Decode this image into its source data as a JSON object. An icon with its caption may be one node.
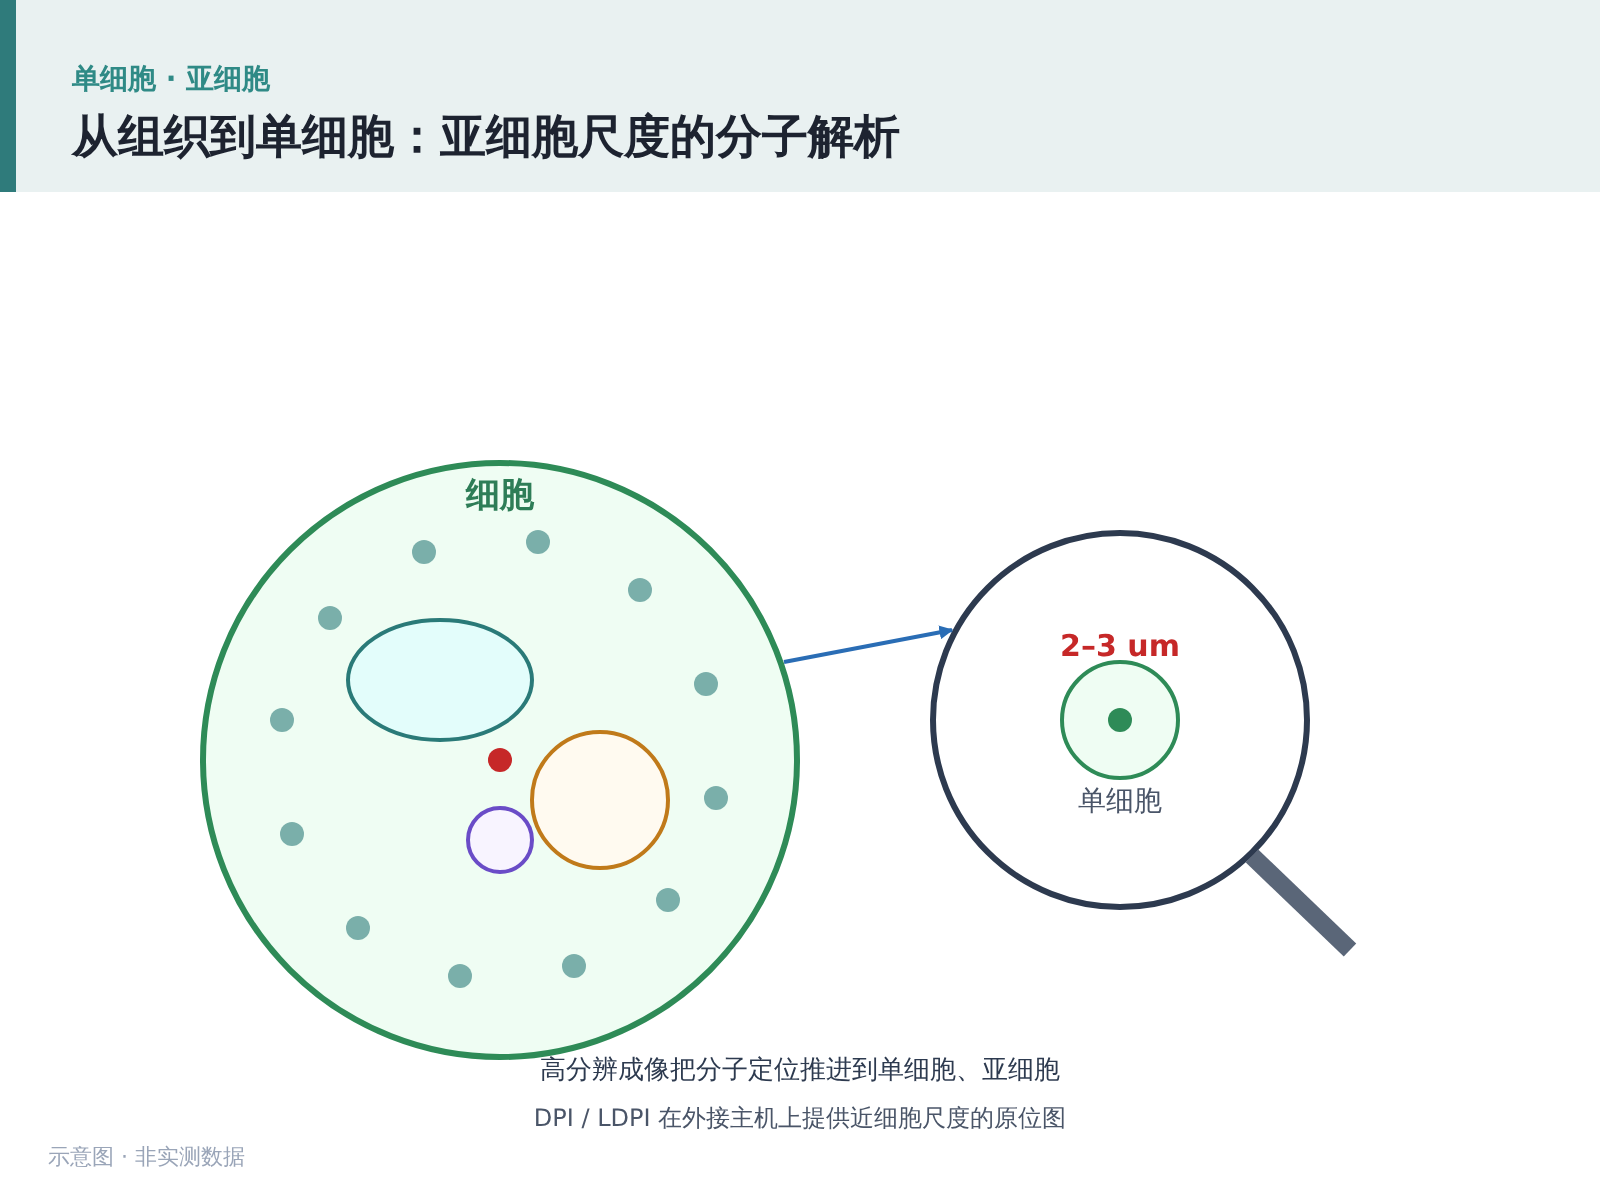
{
  "diagram": {
    "title": "从组织到单细胞：亚细胞尺度的分子解析",
    "caption": "高分辨成像把分子定位推进到单细胞、亚细胞",
    "nodes": [
      {
        "text": [
          "细胞"
        ]
      },
      {
        "text": [
          "单细胞"
        ]
      },
      {
        "text": [],
        "shape": "circle",
        "in": 1
      }
    ],
    "edges": [
      {
        "from": 0,
        "to": 1,
        "arrow": "to",
        "color": "#2a6db5"
      }
    ],
    "labels": [
      "单细胞 · 亚细胞",
      "2–3 um",
      "DPI / LDPI 在外接主机上提供近细胞尺度的原位图",
      "示意图 · 非实测数据"
    ]
  }
}
